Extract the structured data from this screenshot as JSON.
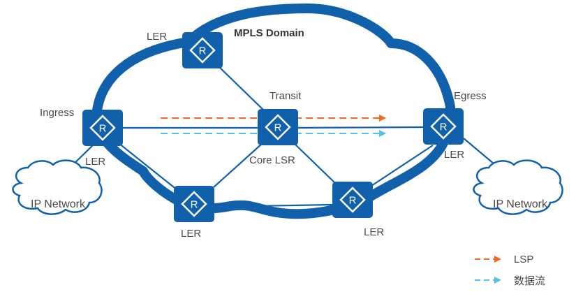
{
  "diagram": {
    "title": "MPLS Domain",
    "colors": {
      "domain_outline": "#1060ac",
      "router_fill": "#1060ac",
      "link": "#1060ac",
      "lsp": "#f26a22",
      "data_flow": "#54c0ea",
      "text": "#4a4a4a"
    },
    "routers": [
      {
        "id": "top-ler",
        "icon": "router-icon",
        "letter": "R",
        "role_label": "LER"
      },
      {
        "id": "ingress",
        "icon": "router-icon",
        "letter": "R",
        "role_label": "Ingress",
        "type_label": "LER"
      },
      {
        "id": "transit",
        "icon": "router-icon",
        "letter": "R",
        "role_label": "Transit",
        "type_label": "Core LSR"
      },
      {
        "id": "egress",
        "icon": "router-icon",
        "letter": "R",
        "role_label": "Egress",
        "type_label": "LER"
      },
      {
        "id": "bottom-left-ler",
        "icon": "router-icon",
        "letter": "R",
        "type_label": "LER"
      },
      {
        "id": "bottom-right-ler",
        "icon": "router-icon",
        "letter": "R",
        "type_label": "LER"
      }
    ],
    "links": [
      [
        "ingress",
        "transit"
      ],
      [
        "transit",
        "egress"
      ],
      [
        "top-ler",
        "transit"
      ],
      [
        "ingress",
        "bottom-left-ler"
      ],
      [
        "transit",
        "bottom-left-ler"
      ],
      [
        "transit",
        "bottom-right-ler"
      ],
      [
        "bottom-left-ler",
        "bottom-right-ler"
      ],
      [
        "bottom-right-ler",
        "egress"
      ]
    ],
    "ip_networks": [
      {
        "id": "left",
        "label": "IP Network",
        "connects_to": "ingress"
      },
      {
        "id": "right",
        "label": "IP Network",
        "connects_to": "egress"
      }
    ],
    "flows": [
      {
        "name": "LSP",
        "color": "#f26a22"
      },
      {
        "name": "数据流",
        "color": "#54c0ea"
      }
    ]
  },
  "legend": {
    "items": [
      {
        "label": "LSP",
        "color": "#f26a22"
      },
      {
        "label": "数据流",
        "color": "#54c0ea"
      }
    ]
  }
}
